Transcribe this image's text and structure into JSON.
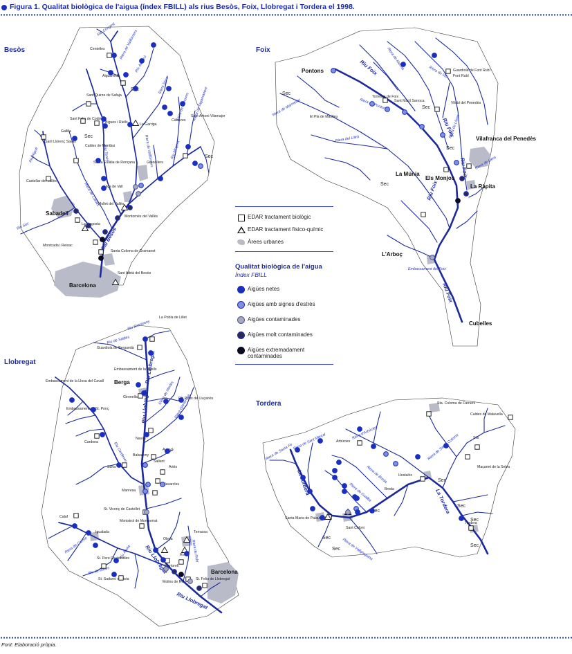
{
  "figure": {
    "title": "Figura 1. Qualitat biològica de l'aigua (índex FBILL) als rius Besòs, Foix, Llobregat i Tordera el 1998.",
    "source": "Font: Elaboració pròpia."
  },
  "colors": {
    "river": "#1c2a9c",
    "accent": "#1b2aa8",
    "urban": "#b9bcc8",
    "q1": "#1a2fbf",
    "q2": "#7f8fe0",
    "q3": "#a8aab8",
    "q4": "#2a2a55",
    "q5": "#0b0b22"
  },
  "legend": {
    "edar_bio": "EDAR tractament biològic",
    "edar_fq": "EDAR tractament físico-químic",
    "urban": "Àrees urbanes",
    "quality_title": "Qualitat biològica de l'aigua",
    "quality_subtitle": "Índex FBILL",
    "classes": [
      {
        "label": "Aigües netes",
        "color": "#1a2fbf"
      },
      {
        "label": "Aigües amb signes d'estrès",
        "color": "#7f8fe0"
      },
      {
        "label": "Aigües contaminades",
        "color": "#a8aab8"
      },
      {
        "label": "Aigües molt contaminades",
        "color": "#2a2a55"
      },
      {
        "label": "Aigües extremadament contaminades",
        "color": "#0b0b22"
      }
    ]
  },
  "besos": {
    "region": "Besòs",
    "river_main": "Riu Besòs",
    "river_congost": "Riu Congost",
    "riera_vallforners": "Riera de Vallforners",
    "riera_avencó": "Riu Avencó",
    "riera_seca": "Riera Seca",
    "riu_tenes": "Riu Tenes",
    "riu_ripoll": "Riu Ripoll",
    "riu_sec": "Riu Sec",
    "riera_caldes": "Riera de Caldes",
    "riu_mogent": "Riu Mogent",
    "riera_canoves": "Riera de Cànoves",
    "riera_tagamanent": "Riera de Tagamanent",
    "sec": "Sec",
    "places": {
      "centelles": "Centelles",
      "aiguafreda": "Aiguafreda",
      "sant_quirze": "Sant Quirze de Safaja",
      "sant_feliu_cod": "Sant Feliu de Codines",
      "bigues": "Bigues i Riells",
      "la_garriga": "La Garriga",
      "gallifa": "Gallifa",
      "sant_llorenc": "Sant Llorenç Savall",
      "caldes": "Caldes de Montbui",
      "canoves": "Cànoves",
      "sant_antoni": "Sant Antoni Vilamajor",
      "granollers": "Granollers",
      "santa_eulalia": "Santa Eulàlia de Ronçana",
      "castellar": "Castellar del Vallès",
      "llica": "Lliça de Vall",
      "sabadell": "Sabadell",
      "mollet": "Mollet del Vallès",
      "montornes": "Montornès del Vallès",
      "la_llagosta": "La Llagosta",
      "montcada": "Montcada i Reixac",
      "santa_coloma": "Santa Coloma de Gramanet",
      "sant_adria": "Sant Adrià del Besòs",
      "barcelona": "Barcelona"
    }
  },
  "foix": {
    "region": "Foix",
    "river_main": "Riu Foix",
    "riera_marmellar": "Riera de Marmellar",
    "riera_pontons": "Riera de Pontons",
    "riera_llitrà": "Riera del Llitrà",
    "riera_vid": "Riera de Vid",
    "riera_merola": "Riera de Merola",
    "riera_lloret": "Riera de Lloret",
    "riera_llera": "Riera de Llera",
    "sec": "Sec",
    "embassament": "Embassament del Foix",
    "places": {
      "pontons": "Pontons",
      "torrelles": "Torrelles de Foix",
      "sant_marti": "Sant Martí Sarroca",
      "el_pla": "El Pla de Manlleu",
      "vilobi": "Vilobí del Penedès",
      "guardiola": "Guardiola de Font Rubí",
      "font_rubi": "Font Rubí",
      "vilafranca": "Vilafranca del Penedès",
      "la_munia": "La Múnia",
      "els_monjos": "Els Monjos",
      "la_rapita": "La Ràpita",
      "larboc": "L'Arboç",
      "cubelles": "Cubelles"
    }
  },
  "llobregat": {
    "region": "Llobregat",
    "river_main": "Riu Llobregat",
    "riu_bastareny": "Riu Bastareny",
    "riu_saldes": "Riu de Saldes",
    "riera_merles": "Riera de Merlès",
    "riera_gavarresa": "Riera Gavarresa",
    "riu_cardener": "Riu Cardener",
    "riu_anoia": "Riu Anoia",
    "riera_rubi": "Riera de Rubí",
    "riera_carme": "Riera de Carme",
    "riu_bitlles": "Riu de Bitlles",
    "riera_gavarra": "Riera de Gavarra",
    "places": {
      "pobla_lillet": "La Pobla de Lillet",
      "guardiola_bergueda": "Guardiola de Berguedà",
      "emb_baells": "Embassament de la Baells",
      "berga": "Berga",
      "emb_llosa": "Embassament de la Llosa del Cavall",
      "emb_sant_ponc": "Embassament de St. Ponç",
      "gironella": "Gironella",
      "prats": "Els Prats de Lluçanès",
      "cardona": "Cardona",
      "navas": "Navàs",
      "avinyo": "Avinyó",
      "balsareny": "Balsareny",
      "sallent": "Sallent",
      "artes": "Artés",
      "suria": "Súria",
      "navarcles": "Navarcles",
      "manresa": "Manresa",
      "calaf": "Calaf",
      "st_vicenc": "St. Vicenç de Castellet",
      "monistrol": "Monistrol de Montserrat",
      "igualada": "Igualada",
      "olesa": "Olesa",
      "terrassa": "Terrassa",
      "rubi": "Rubí",
      "st_pere": "St. Pere Riudebitlles",
      "martorell": "Martorell",
      "st_sadurni": "St. Sadurní d'Anoia",
      "molins": "Molins de Rei",
      "st_feliu_ll": "St. Feliu de Llobregat",
      "barcelona": "Barcelona"
    }
  },
  "tordera": {
    "region": "Tordera",
    "river_main": "La Tordera",
    "riera_gualba": "Riera de Gualba",
    "riera_breda": "Riera de Breda",
    "riera_arbucies": "Riera d'Arbúcies",
    "riera_sant_marcal": "Riera de Sant Marçal",
    "riera_santa_fe": "Riera de Santa Fe",
    "riera_vallgorguina": "Riera de Vallgorguina",
    "riera_santa_coloma": "Riera de Santa Coloma",
    "sec": "Sec",
    "places": {
      "sta_coloma": "Sta. Coloma de Farners",
      "caldes_malavella": "Caldes de Malavella",
      "arbucies": "Arbúcies",
      "sils": "Sils",
      "macanet": "Maçanet de la Selva",
      "hostalric": "Hostalric",
      "breda": "Breda",
      "santa_maria": "Santa Maria de Palautordera",
      "sant_celoni": "Sant Celoni",
      "tordera": "Tordera"
    }
  }
}
